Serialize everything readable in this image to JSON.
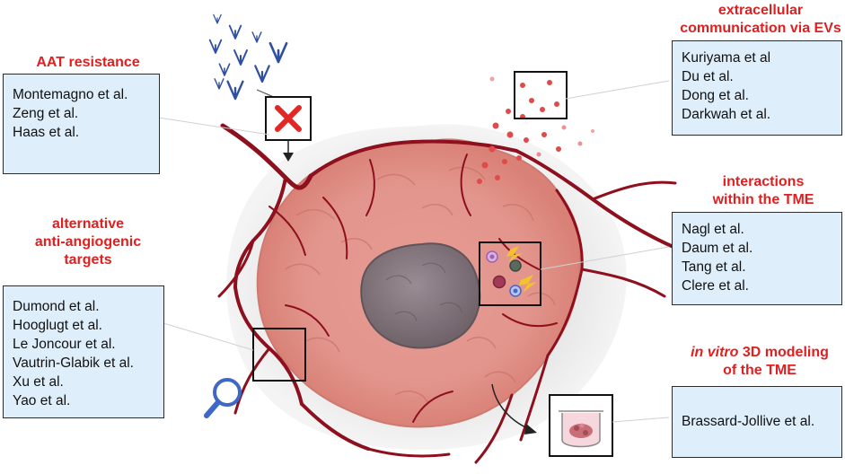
{
  "colors": {
    "heading": "#e02020",
    "box_fill": "#deeefa",
    "tumor_outer": "#e9a69d",
    "tumor_inner": "#de8c83",
    "core": "#85787f",
    "vessel": "#8e0f1d",
    "antibody": "#2f4fa3",
    "ev_dot": "#e04a4a",
    "cross": "#e32626",
    "magnifier": "#3e68c8"
  },
  "icons": [
    "antibody-icon",
    "blocked-cross-icon",
    "extracellular-vesicle-icon",
    "immune-cell-icon",
    "magnifier-icon",
    "culture-well-icon",
    "arrow-icon"
  ],
  "sections": {
    "aat": {
      "heading": "AAT resistance",
      "refs": [
        "Montemagno et al.",
        "Zeng et al.",
        "Haas et al."
      ]
    },
    "alternative": {
      "heading_lines": [
        "alternative",
        "anti-angiogenic",
        "targets"
      ],
      "refs": [
        "Dumond et al.",
        "Hooglugt et al.",
        "Le Joncour et al.",
        "Vautrin-Glabik et al.",
        "Xu et al.",
        "Yao et al."
      ]
    },
    "ev": {
      "heading_lines": [
        "extracellular",
        "communication via EVs"
      ],
      "refs": [
        "Kuriyama et al",
        "Du et al.",
        "Dong et al.",
        "Darkwah et al."
      ]
    },
    "tme": {
      "heading_lines": [
        "interactions",
        "within the TME"
      ],
      "refs": [
        "Nagl et al.",
        "Daum et al.",
        "Tang et al.",
        "Clere et al."
      ]
    },
    "invitro": {
      "heading_italic": "in vitro",
      "heading_rest": " 3D modeling",
      "heading_line2": "of the TME",
      "refs": [
        "Brassard-Jollive et al."
      ]
    }
  }
}
